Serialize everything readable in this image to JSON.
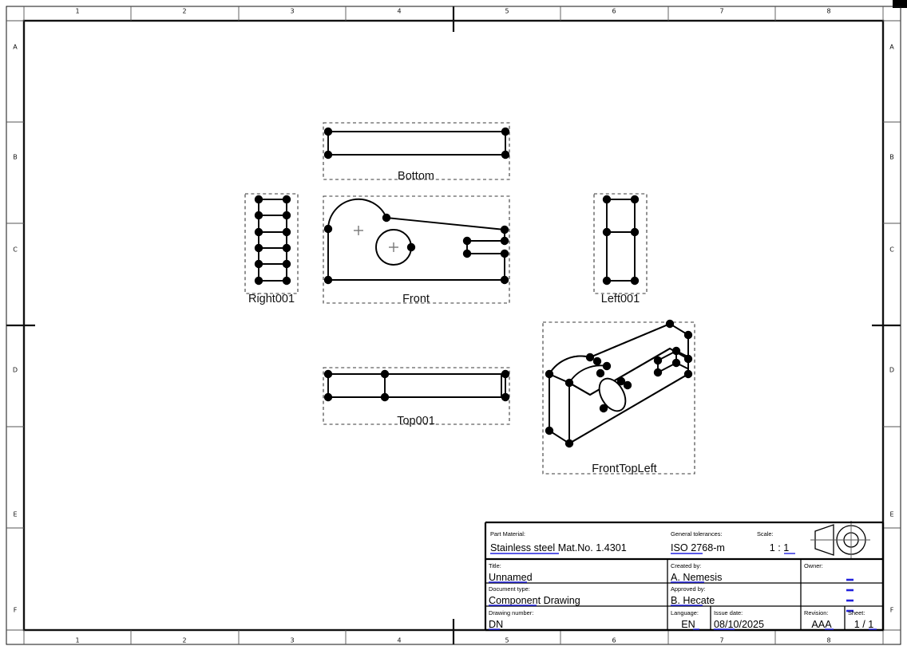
{
  "sheet": {
    "name": "engineering-drawing-sheet",
    "background": "#ffffff",
    "zones_top": [
      "1",
      "2",
      "3",
      "4",
      "5",
      "6",
      "7",
      "8"
    ],
    "zones_bottom": [
      "1",
      "2",
      "3",
      "4",
      "5",
      "6",
      "7",
      "8"
    ],
    "zones_left": [
      "A",
      "B",
      "C",
      "D",
      "E",
      "F"
    ],
    "zones_right": [
      "A",
      "B",
      "C",
      "D",
      "E",
      "F"
    ]
  },
  "views": {
    "bottom": {
      "label": "Bottom"
    },
    "front": {
      "label": "Front"
    },
    "right": {
      "label": "Right001"
    },
    "left": {
      "label": "Left001"
    },
    "top": {
      "label": "Top001"
    },
    "iso": {
      "label": "FrontTopLeft"
    }
  },
  "title_block": {
    "part_material": {
      "key": "Part Material:",
      "value": "Stainless steel Mat.No. 1.4301"
    },
    "general_tolerances": {
      "key": "General tolerances:",
      "value": "ISO 2768-m"
    },
    "scale": {
      "key": "Scale:",
      "value": "1 : 1"
    },
    "title": {
      "key": "Title:",
      "value": "Unnamed"
    },
    "created_by": {
      "key": "Created by:",
      "value": "A. Nemesis"
    },
    "owner": {
      "key": "Owner:",
      "value": ""
    },
    "document_type": {
      "key": "Document type:",
      "value": "Component Drawing"
    },
    "approved_by": {
      "key": "Approved by:",
      "value": "B. Hecate"
    },
    "drawing_number": {
      "key": "Drawing number:",
      "value": "DN"
    },
    "language": {
      "key": "Language:",
      "value": "EN"
    },
    "issue_date": {
      "key": "Issue date:",
      "value": "08/10/2025"
    },
    "revision": {
      "key": "Revision:",
      "value": "AAA"
    },
    "sheet_no": {
      "key": "Sheet:",
      "value": "1 / 1"
    },
    "projection_symbol": "first-angle-projection-symbol"
  },
  "colors": {
    "line": "#000000",
    "frame": "#111111",
    "editable_field": "#2222dd",
    "view_border": "#3a3a3a",
    "center_cross": "#777777"
  }
}
